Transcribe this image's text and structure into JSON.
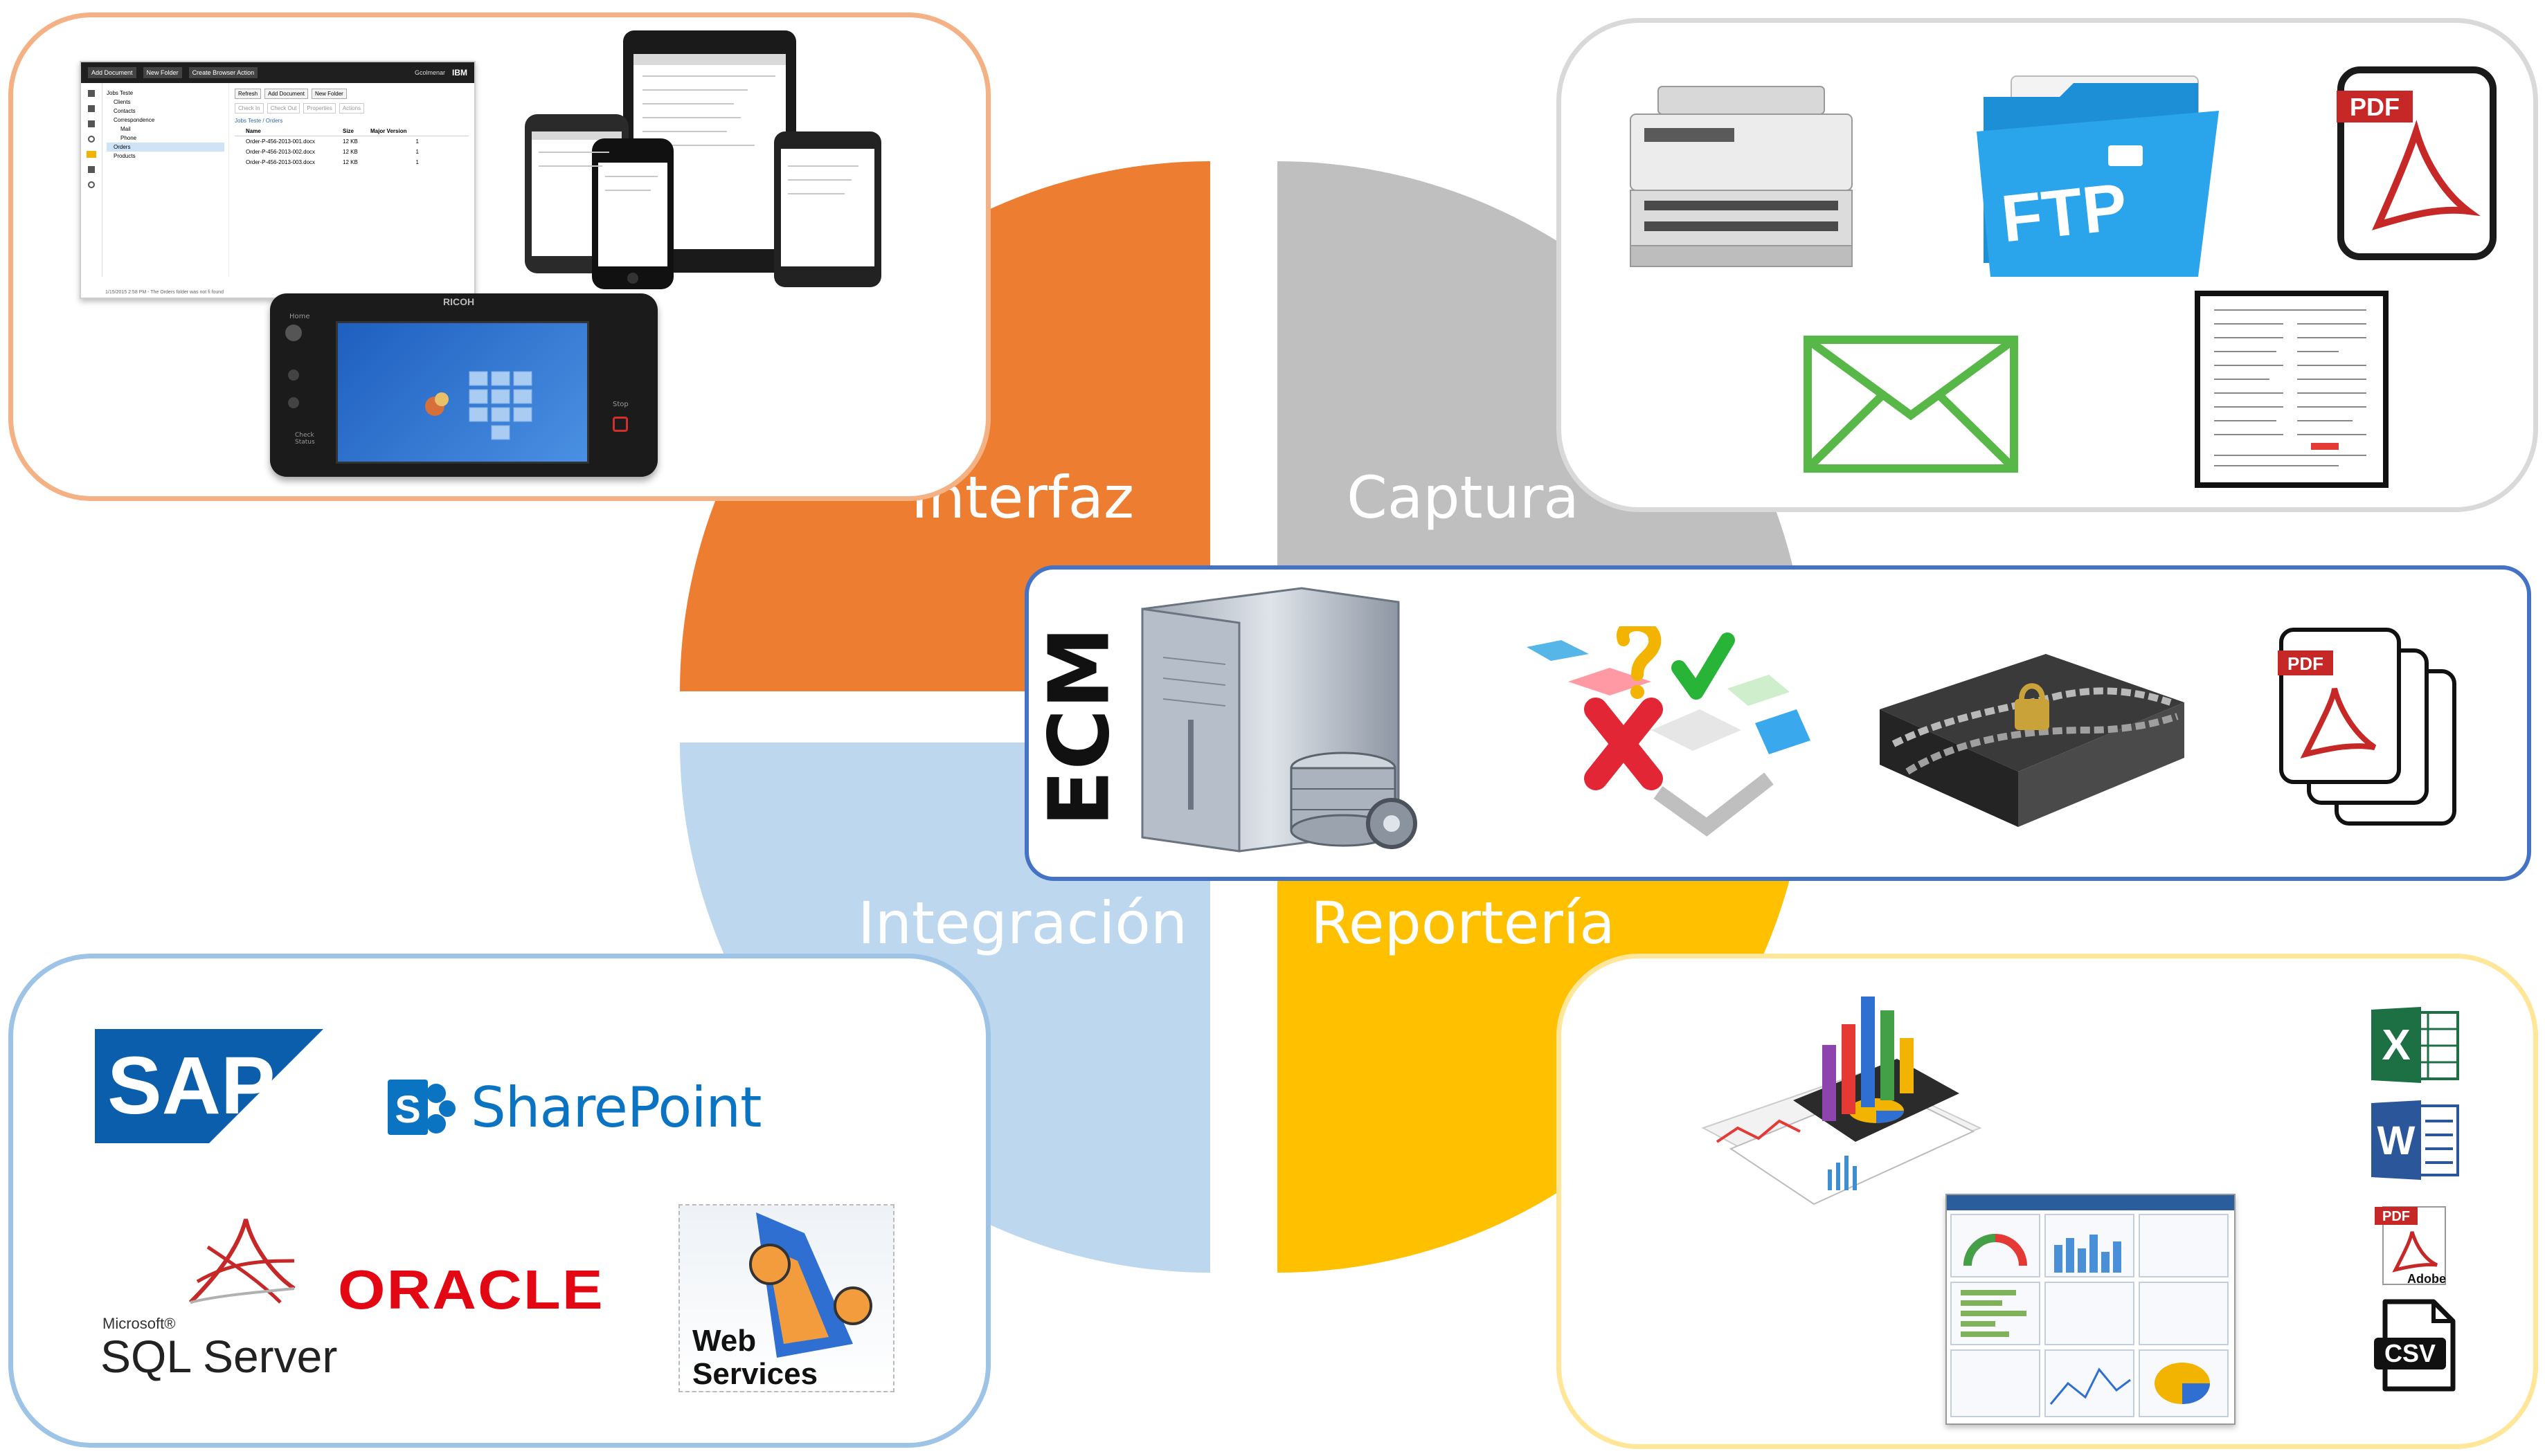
{
  "quadrants": {
    "interfaz": {
      "label": "Interfaz",
      "color": "#ED7D31"
    },
    "captura": {
      "label": "Captura",
      "color": "#BFBFBF"
    },
    "integracion": {
      "label": "Integración",
      "color": "#BDD7EE"
    },
    "reporteria": {
      "label": "Reportería",
      "color": "#FFC000"
    }
  },
  "center": {
    "label": "ECM"
  },
  "interfaz_panel": {
    "border_color": "#F4B183",
    "toolbar_buttons": [
      "Add Document",
      "New Folder",
      "Create Browser Action"
    ],
    "user": "Gcolmenar",
    "brand": "IBM",
    "tree": [
      "Jobs Teste",
      "Clients",
      "Contacts",
      "Correspondence",
      "Mail",
      "Phone",
      "Orders",
      "Products"
    ],
    "sub_buttons": [
      "Refresh",
      "Add Document",
      "New Folder"
    ],
    "sub_buttons2": [
      "Check In",
      "Check Out",
      "Properties",
      "Actions"
    ],
    "breadcrumb": "Jobs Teste  /  Orders",
    "columns": [
      "Name",
      "Size",
      "Major Version"
    ],
    "rows": [
      {
        "name": "Order-P-456-2013-001.docx",
        "size": "12 KB",
        "ver": "1"
      },
      {
        "name": "Order-P-456-2013-002.docx",
        "size": "12 KB",
        "ver": "1"
      },
      {
        "name": "Order-P-456-2013-003.docx",
        "size": "12 KB",
        "ver": "1"
      }
    ],
    "status": "1/15/2015 2:58 PM - The Orders folder was not fi found",
    "printer_brand": "RICOH",
    "printer_labels": [
      "Home",
      "Check Status",
      "Stop"
    ]
  },
  "captura_panel": {
    "border_color": "#D9D9D9",
    "ftp_label": "FTP",
    "pdf_label": "PDF"
  },
  "ecm_panel": {
    "border_color": "#4472C4",
    "pdf_label": "PDF"
  },
  "integracion_panel": {
    "border_color": "#9DC3E6",
    "sap": "SAP",
    "sharepoint": "SharePoint",
    "oracle": "ORACLE",
    "sql_small": "Microsoft®",
    "sql_big": "SQL Server",
    "web_line1": "Web",
    "web_line2": "Services"
  },
  "reporteria_panel": {
    "border_color": "#FFE699",
    "excel": "X",
    "word": "W",
    "pdf": "PDF",
    "adobe": "Adobe",
    "csv": "CSV"
  }
}
